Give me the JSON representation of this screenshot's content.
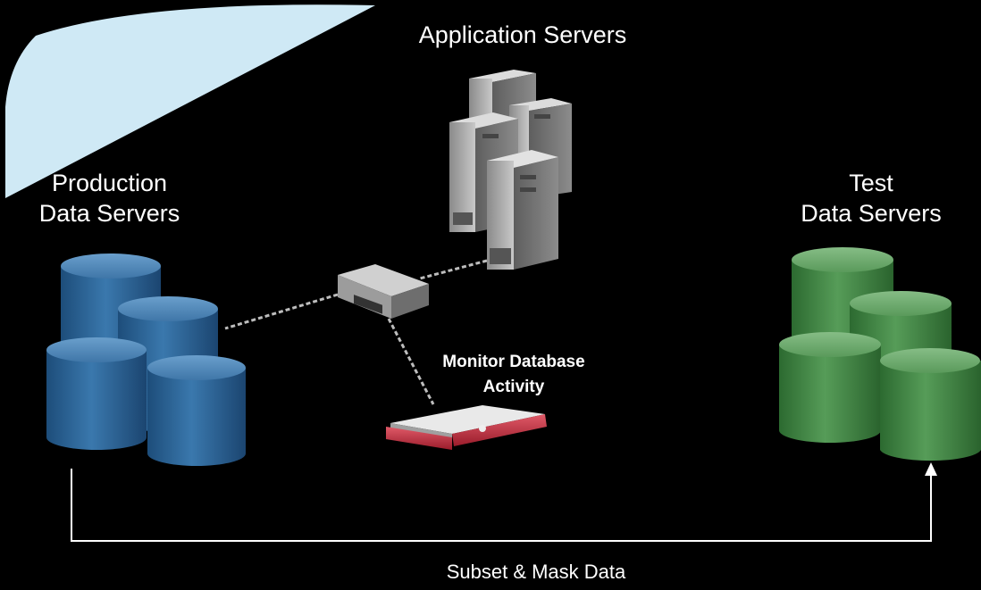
{
  "labels": {
    "app_servers": "Application Servers",
    "prod_line1": "Production",
    "prod_line2": "Data Servers",
    "test_line1": "Test",
    "test_line2": "Data Servers",
    "monitor_line1": "Monitor Database",
    "monitor_line2": "Activity",
    "flow": "Subset & Mask Data"
  },
  "colors": {
    "background": "#000000",
    "accent_shape": "#cfe9f5",
    "prod_db": "#2f6a9e",
    "test_db": "#4d8f4f",
    "server": "#9a9a9a",
    "appliance": "#c0303f",
    "connector": "#ffffff"
  },
  "icons": [
    "server-tower-icon",
    "network-switch-icon",
    "security-appliance-icon",
    "database-cylinder-icon"
  ]
}
